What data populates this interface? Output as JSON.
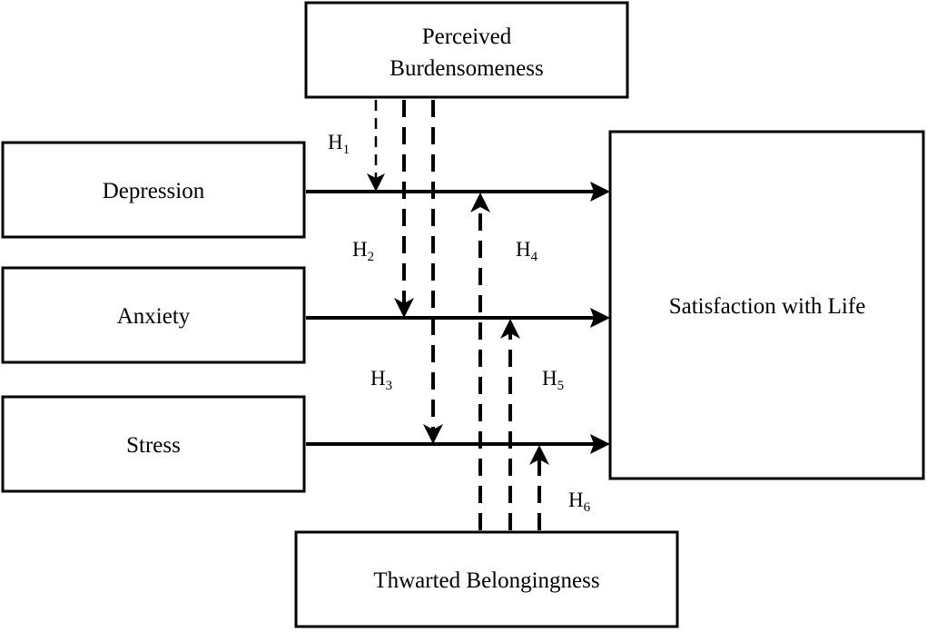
{
  "nodes": {
    "perceived_burdensomeness": [
      "Perceived",
      "Burdensomeness"
    ],
    "depression": "Depression",
    "anxiety": "Anxiety",
    "stress": "Stress",
    "satisfaction_with_life": "Satisfaction with Life",
    "thwarted_belongingness": "Thwarted Belongingness"
  },
  "hypotheses": {
    "h1": {
      "letter": "H",
      "number": "1"
    },
    "h2": {
      "letter": "H",
      "number": "2"
    },
    "h3": {
      "letter": "H",
      "number": "3"
    },
    "h4": {
      "letter": "H",
      "number": "4"
    },
    "h5": {
      "letter": "H",
      "number": "5"
    },
    "h6": {
      "letter": "H",
      "number": "6"
    }
  }
}
